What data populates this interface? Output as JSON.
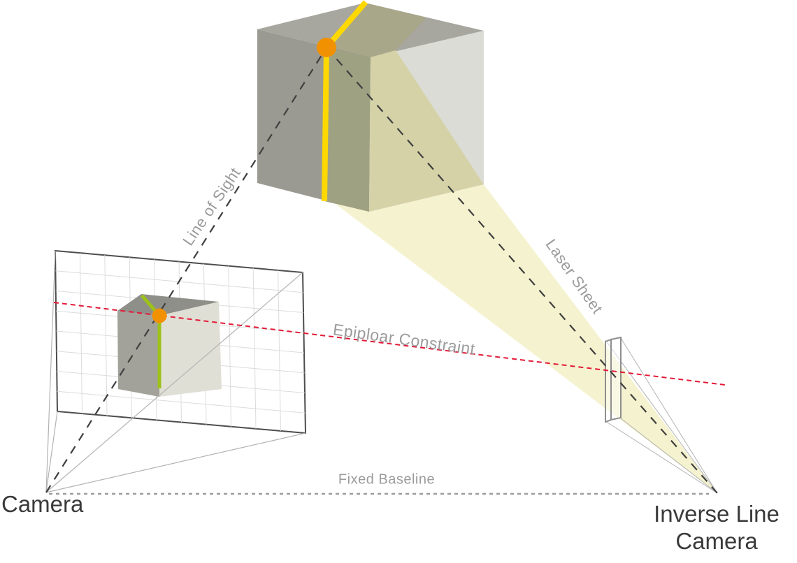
{
  "labels": {
    "line_of_sight": "Line of Sight",
    "laser_sheet": "Laser Sheet",
    "epipolar_constraint": "Epiploar Constraint",
    "fixed_baseline": "Fixed Baseline",
    "camera": "Camera",
    "inverse_camera_line1": "Inverse Line",
    "inverse_camera_line2": "Camera"
  },
  "colors": {
    "sheet": "#f5f3cf",
    "cubetopgray": "#a7a7a0",
    "cubetopolive": "#a9a78a",
    "cubeleftgray": "#9a9a92",
    "cubeleftolive": "#9fa183",
    "cuberightlight": "#dcdcd6",
    "cuberighttan": "#d5d2a8",
    "laseryellow": "#ffd800",
    "laserorange": "#f29100",
    "imagelinegreen": "#9dc119",
    "smalltop": "#8f8f89",
    "smallleft": "#a2a29a",
    "smallright": "#e0dfd5",
    "planeborder": "#4d4d4d",
    "grid": "#dcdcdc",
    "frustum": "#b3b3b3",
    "slitgray": "#8f8f8f",
    "darkdash": "#3f3f3f",
    "epipolarred": "#e41937",
    "baselinegray": "#9c9c9c",
    "labelgray": "#9b9b9b",
    "titletext": "#3a3a3a"
  }
}
